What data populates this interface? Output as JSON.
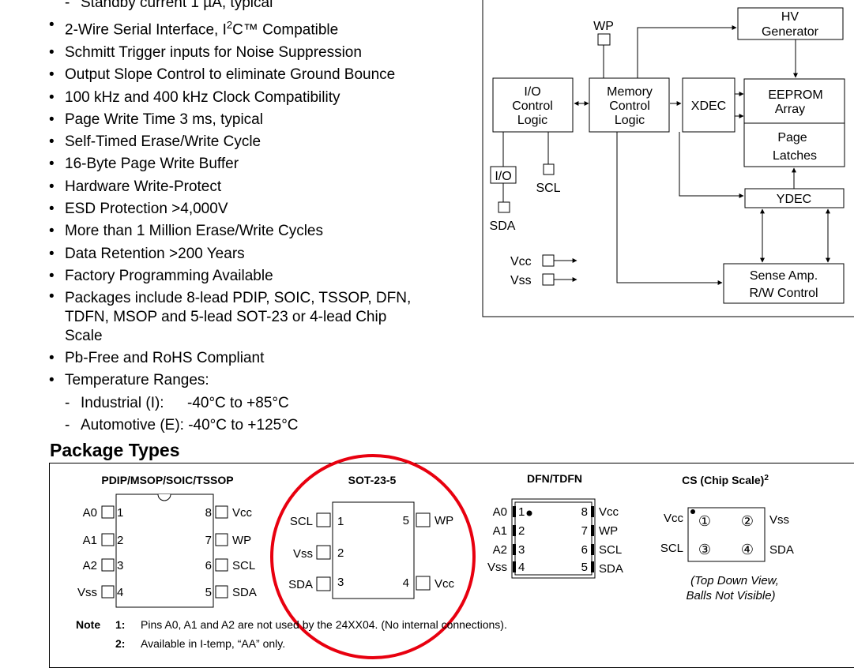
{
  "features": [
    {
      "kind": "sub",
      "text": "Standby current 1 µA, typical"
    },
    {
      "kind": "i2c",
      "pre": "2-Wire Serial Interface, I",
      "sup": "2",
      "post": "C™ Compatible"
    },
    {
      "kind": "feat",
      "text": "Schmitt Trigger inputs for Noise Suppression"
    },
    {
      "kind": "feat",
      "text": "Output Slope Control to eliminate Ground Bounce"
    },
    {
      "kind": "feat",
      "text": "100 kHz and 400 kHz Clock Compatibility"
    },
    {
      "kind": "feat",
      "text": "Page Write Time 3 ms, typical"
    },
    {
      "kind": "feat",
      "text": "Self-Timed Erase/Write Cycle"
    },
    {
      "kind": "feat",
      "text": "16-Byte Page Write Buffer"
    },
    {
      "kind": "feat",
      "text": "Hardware Write-Protect"
    },
    {
      "kind": "feat",
      "text": "ESD Protection >4,000V"
    },
    {
      "kind": "feat",
      "text": "More than 1 Million Erase/Write Cycles"
    },
    {
      "kind": "feat",
      "text": "Data Retention >200 Years"
    },
    {
      "kind": "feat",
      "text": "Factory Programming Available"
    },
    {
      "kind": "feat",
      "text": "Packages include 8-lead PDIP, SOIC, TSSOP, DFN, TDFN, MSOP and 5-lead SOT-23 or 4-lead Chip Scale"
    },
    {
      "kind": "feat",
      "text": "Pb-Free and RoHS Compliant"
    },
    {
      "kind": "feat",
      "text": "Temperature Ranges:"
    },
    {
      "kind": "range",
      "label": "Industrial (I):",
      "value": "-40°C to +85°C"
    },
    {
      "kind": "range",
      "label": "Automotive (E):",
      "value": "-40°C to +125°C"
    }
  ],
  "block_diagram": {
    "hv_generator": [
      "HV",
      "Generator"
    ],
    "wp": "WP",
    "io_control": [
      "I/O",
      "Control",
      "Logic"
    ],
    "memory_control": [
      "Memory",
      "Control",
      "Logic"
    ],
    "xdec": "XDEC",
    "eeprom_array": [
      "EEPROM",
      "Array"
    ],
    "page_latches": [
      "Page",
      "Latches"
    ],
    "io": "I/O",
    "scl": "SCL",
    "sda": "SDA",
    "ydec": "YDEC",
    "vcc": "Vcc",
    "vss": "Vss",
    "sense_amp": [
      "Sense Amp.",
      "R/W Control"
    ]
  },
  "package_section": {
    "title": "Package Types",
    "pdip": {
      "title": "PDIP/MSOP/SOIC/TSSOP",
      "left": [
        {
          "name": "A0",
          "num": "1"
        },
        {
          "name": "A1",
          "num": "2"
        },
        {
          "name": "A2",
          "num": "3"
        },
        {
          "name": "Vss",
          "num": "4"
        }
      ],
      "right": [
        {
          "name": "Vcc",
          "num": "8"
        },
        {
          "name": "WP",
          "num": "7"
        },
        {
          "name": "SCL",
          "num": "6"
        },
        {
          "name": "SDA",
          "num": "5"
        }
      ]
    },
    "sot": {
      "title": "SOT-23-5",
      "left": [
        {
          "name": "SCL",
          "num": "1"
        },
        {
          "name": "Vss",
          "num": "2"
        },
        {
          "name": "SDA",
          "num": "3"
        }
      ],
      "right": [
        {
          "name": "WP",
          "num": "5"
        },
        {
          "name": "Vcc",
          "num": "4"
        }
      ]
    },
    "dfn": {
      "title": "DFN/TDFN",
      "left": [
        {
          "name": "A0",
          "num": "1"
        },
        {
          "name": "A1",
          "num": "2"
        },
        {
          "name": "A2",
          "num": "3"
        },
        {
          "name": "Vss",
          "num": "4"
        }
      ],
      "right": [
        {
          "name": "Vcc",
          "num": "8"
        },
        {
          "name": "WP",
          "num": "7"
        },
        {
          "name": "SCL",
          "num": "6"
        },
        {
          "name": "SDA",
          "num": "5"
        }
      ]
    },
    "cs": {
      "title": "CS (Chip Scale)",
      "title_sup": "2",
      "balls": [
        {
          "name": "Vcc",
          "num": "①"
        },
        {
          "name": "Vss",
          "num": "②"
        },
        {
          "name": "SCL",
          "num": "③"
        },
        {
          "name": "SDA",
          "num": "④"
        }
      ],
      "caption": [
        "(Top Down View,",
        "Balls Not Visible)"
      ]
    },
    "highlight_color": "#e8000f",
    "notes": {
      "label": "Note",
      "items": [
        {
          "num": "1:",
          "text": "Pins A0, A1 and A2 are not used by the 24XX04. (No internal connections)."
        },
        {
          "num": "2:",
          "text": "Available in I-temp, “AA” only."
        }
      ]
    }
  }
}
